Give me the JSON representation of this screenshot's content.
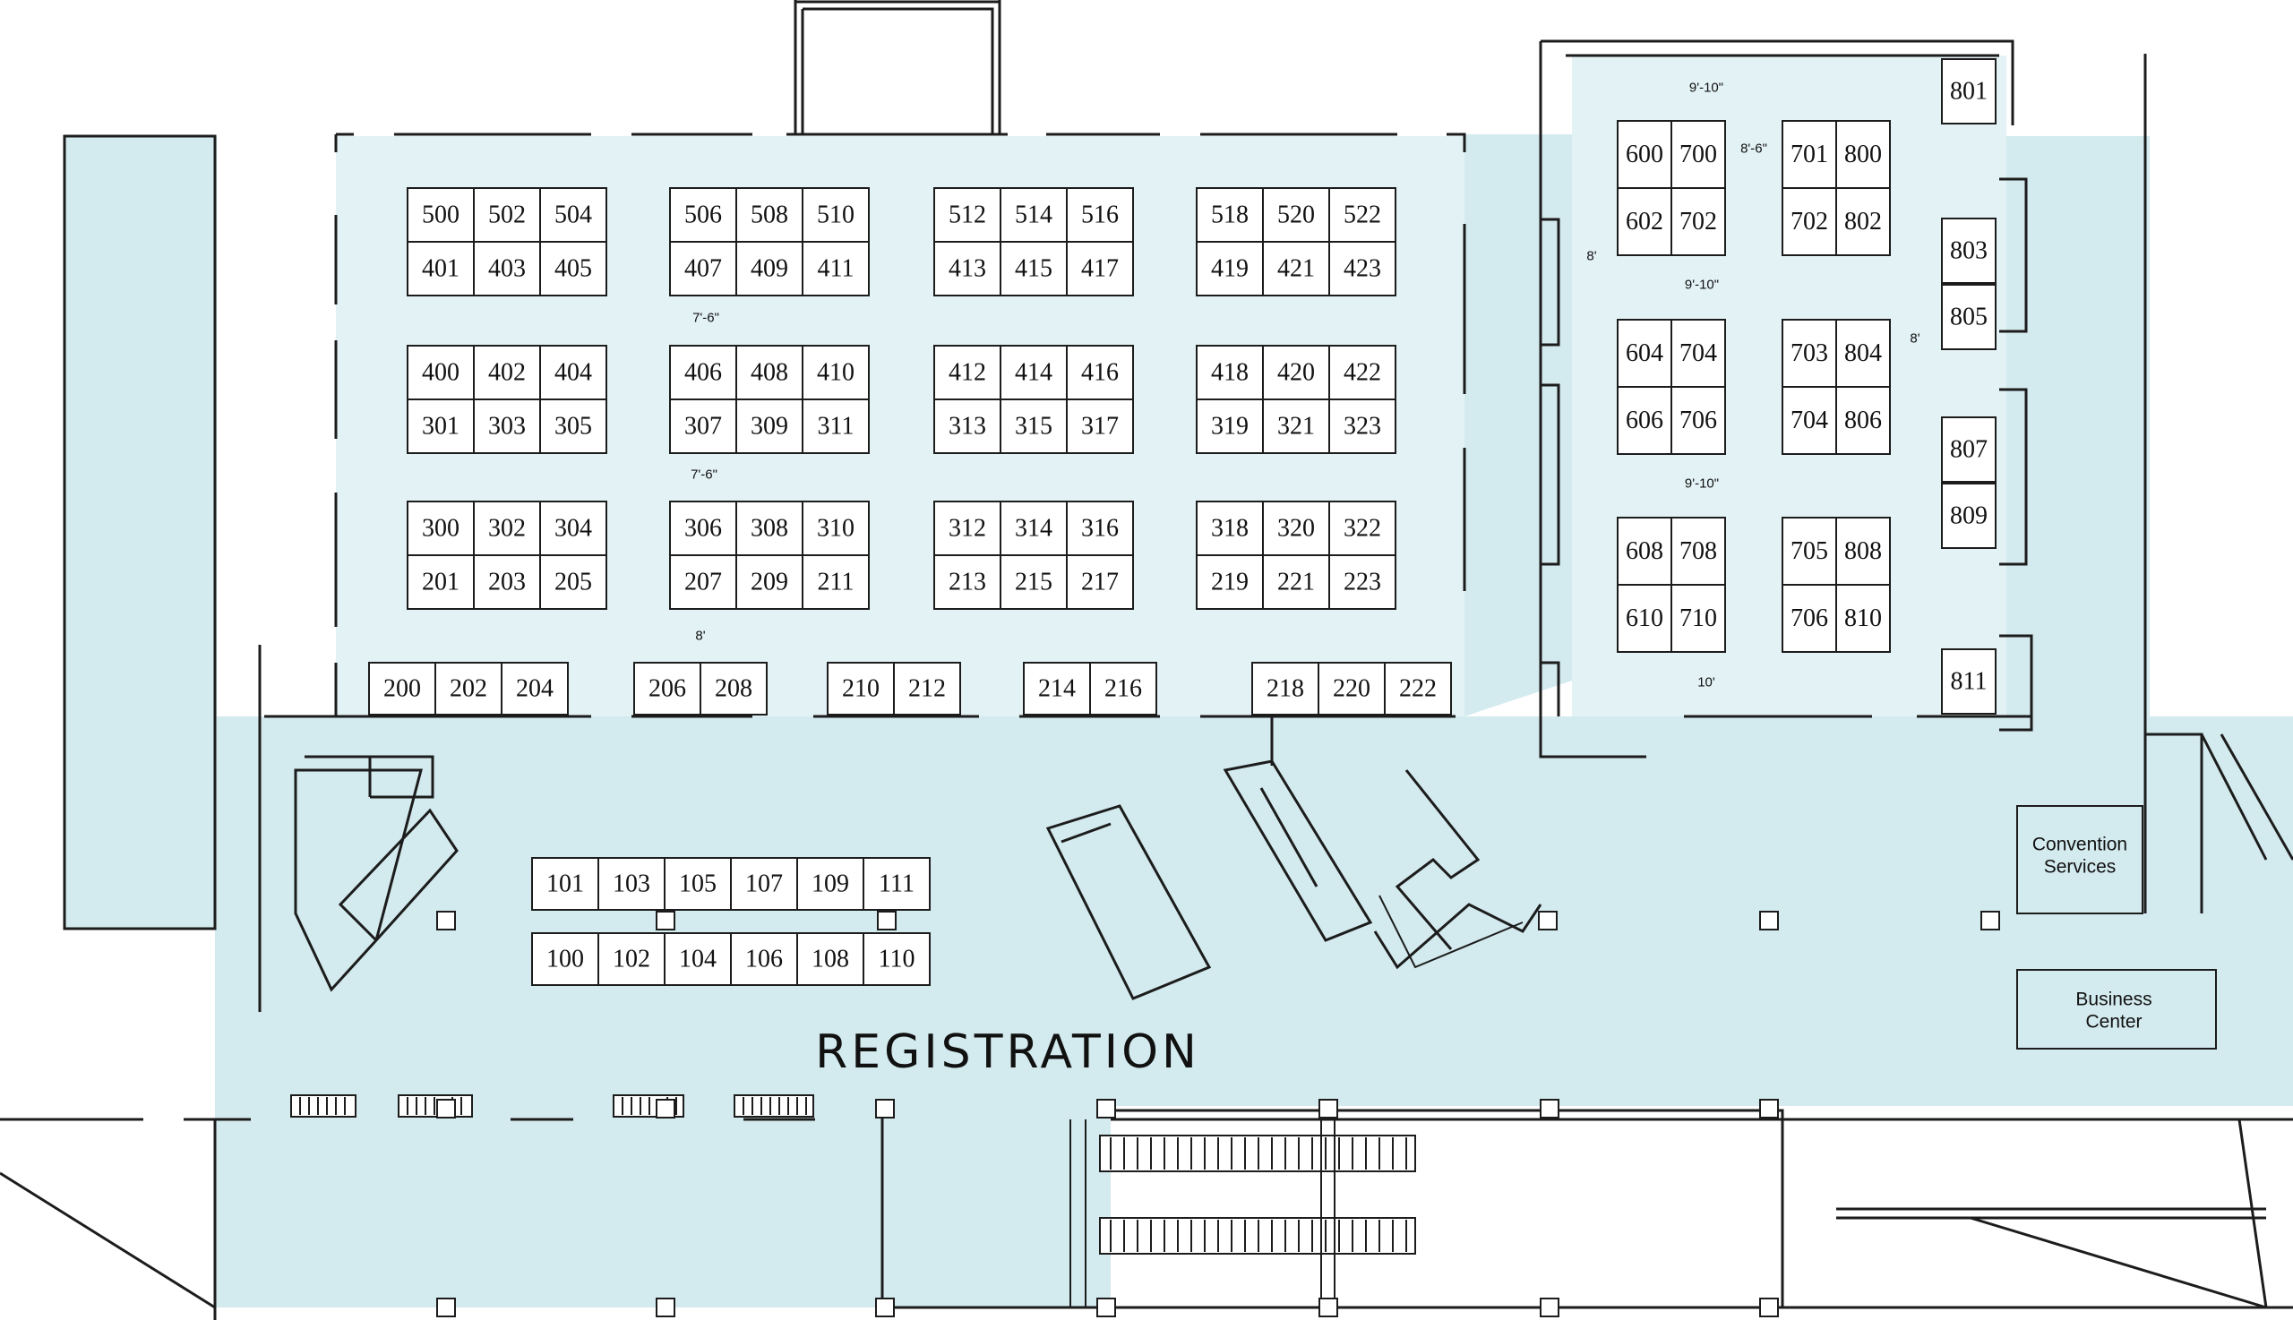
{
  "colors": {
    "floor_light": "#e3f2f5",
    "floor_main": "#d3eaee",
    "line": "#1c1c1c",
    "booth_fill": "#ffffff"
  },
  "labels": {
    "registration": "REGISTRATION",
    "convention_services": [
      "Convention",
      "Services"
    ],
    "business_center": [
      "Business",
      "Center"
    ]
  },
  "dimensions": {
    "aisle_1": "7'-6\"",
    "aisle_2": "7'-6\"",
    "aisle_3": "8'",
    "east_top": "9'-10\"",
    "east_mid1": "9'-10\"",
    "east_mid2": "9'-10\"",
    "east_bottom": "10'",
    "east_col_gap": "8'-6\"",
    "east_left": "8'",
    "east_right": "8'"
  },
  "booths": {
    "hall_a_rows": [
      [
        "500",
        "502",
        "504",
        "506",
        "508",
        "510",
        "512",
        "514",
        "516",
        "518",
        "520",
        "522"
      ],
      [
        "401",
        "403",
        "405",
        "407",
        "409",
        "411",
        "413",
        "415",
        "417",
        "419",
        "421",
        "423"
      ],
      [
        "400",
        "402",
        "404",
        "406",
        "408",
        "410",
        "412",
        "414",
        "416",
        "418",
        "420",
        "422"
      ],
      [
        "301",
        "303",
        "305",
        "307",
        "309",
        "311",
        "313",
        "315",
        "317",
        "319",
        "321",
        "323"
      ],
      [
        "300",
        "302",
        "304",
        "306",
        "308",
        "310",
        "312",
        "314",
        "316",
        "318",
        "320",
        "322"
      ],
      [
        "201",
        "203",
        "205",
        "207",
        "209",
        "211",
        "213",
        "215",
        "217",
        "219",
        "221",
        "223"
      ]
    ],
    "row_200": [
      "200",
      "202",
      "204",
      "206",
      "208",
      "210",
      "212",
      "214",
      "216",
      "218",
      "220",
      "222"
    ],
    "registration_top": [
      "101",
      "103",
      "105",
      "107",
      "109",
      "111"
    ],
    "registration_bottom": [
      "100",
      "102",
      "104",
      "106",
      "108",
      "110"
    ],
    "east_grid_left": [
      [
        "600",
        "700"
      ],
      [
        "602",
        "702"
      ],
      [
        "604",
        "704"
      ],
      [
        "606",
        "706"
      ],
      [
        "608",
        "708"
      ],
      [
        "610",
        "710"
      ]
    ],
    "east_grid_right": [
      [
        "701",
        "800"
      ],
      [
        "702",
        "802"
      ],
      [
        "703",
        "804"
      ],
      [
        "704",
        "806"
      ],
      [
        "705",
        "808"
      ],
      [
        "706",
        "810"
      ]
    ],
    "east_wall": [
      "801",
      "803",
      "805",
      "807",
      "809",
      "811"
    ]
  }
}
